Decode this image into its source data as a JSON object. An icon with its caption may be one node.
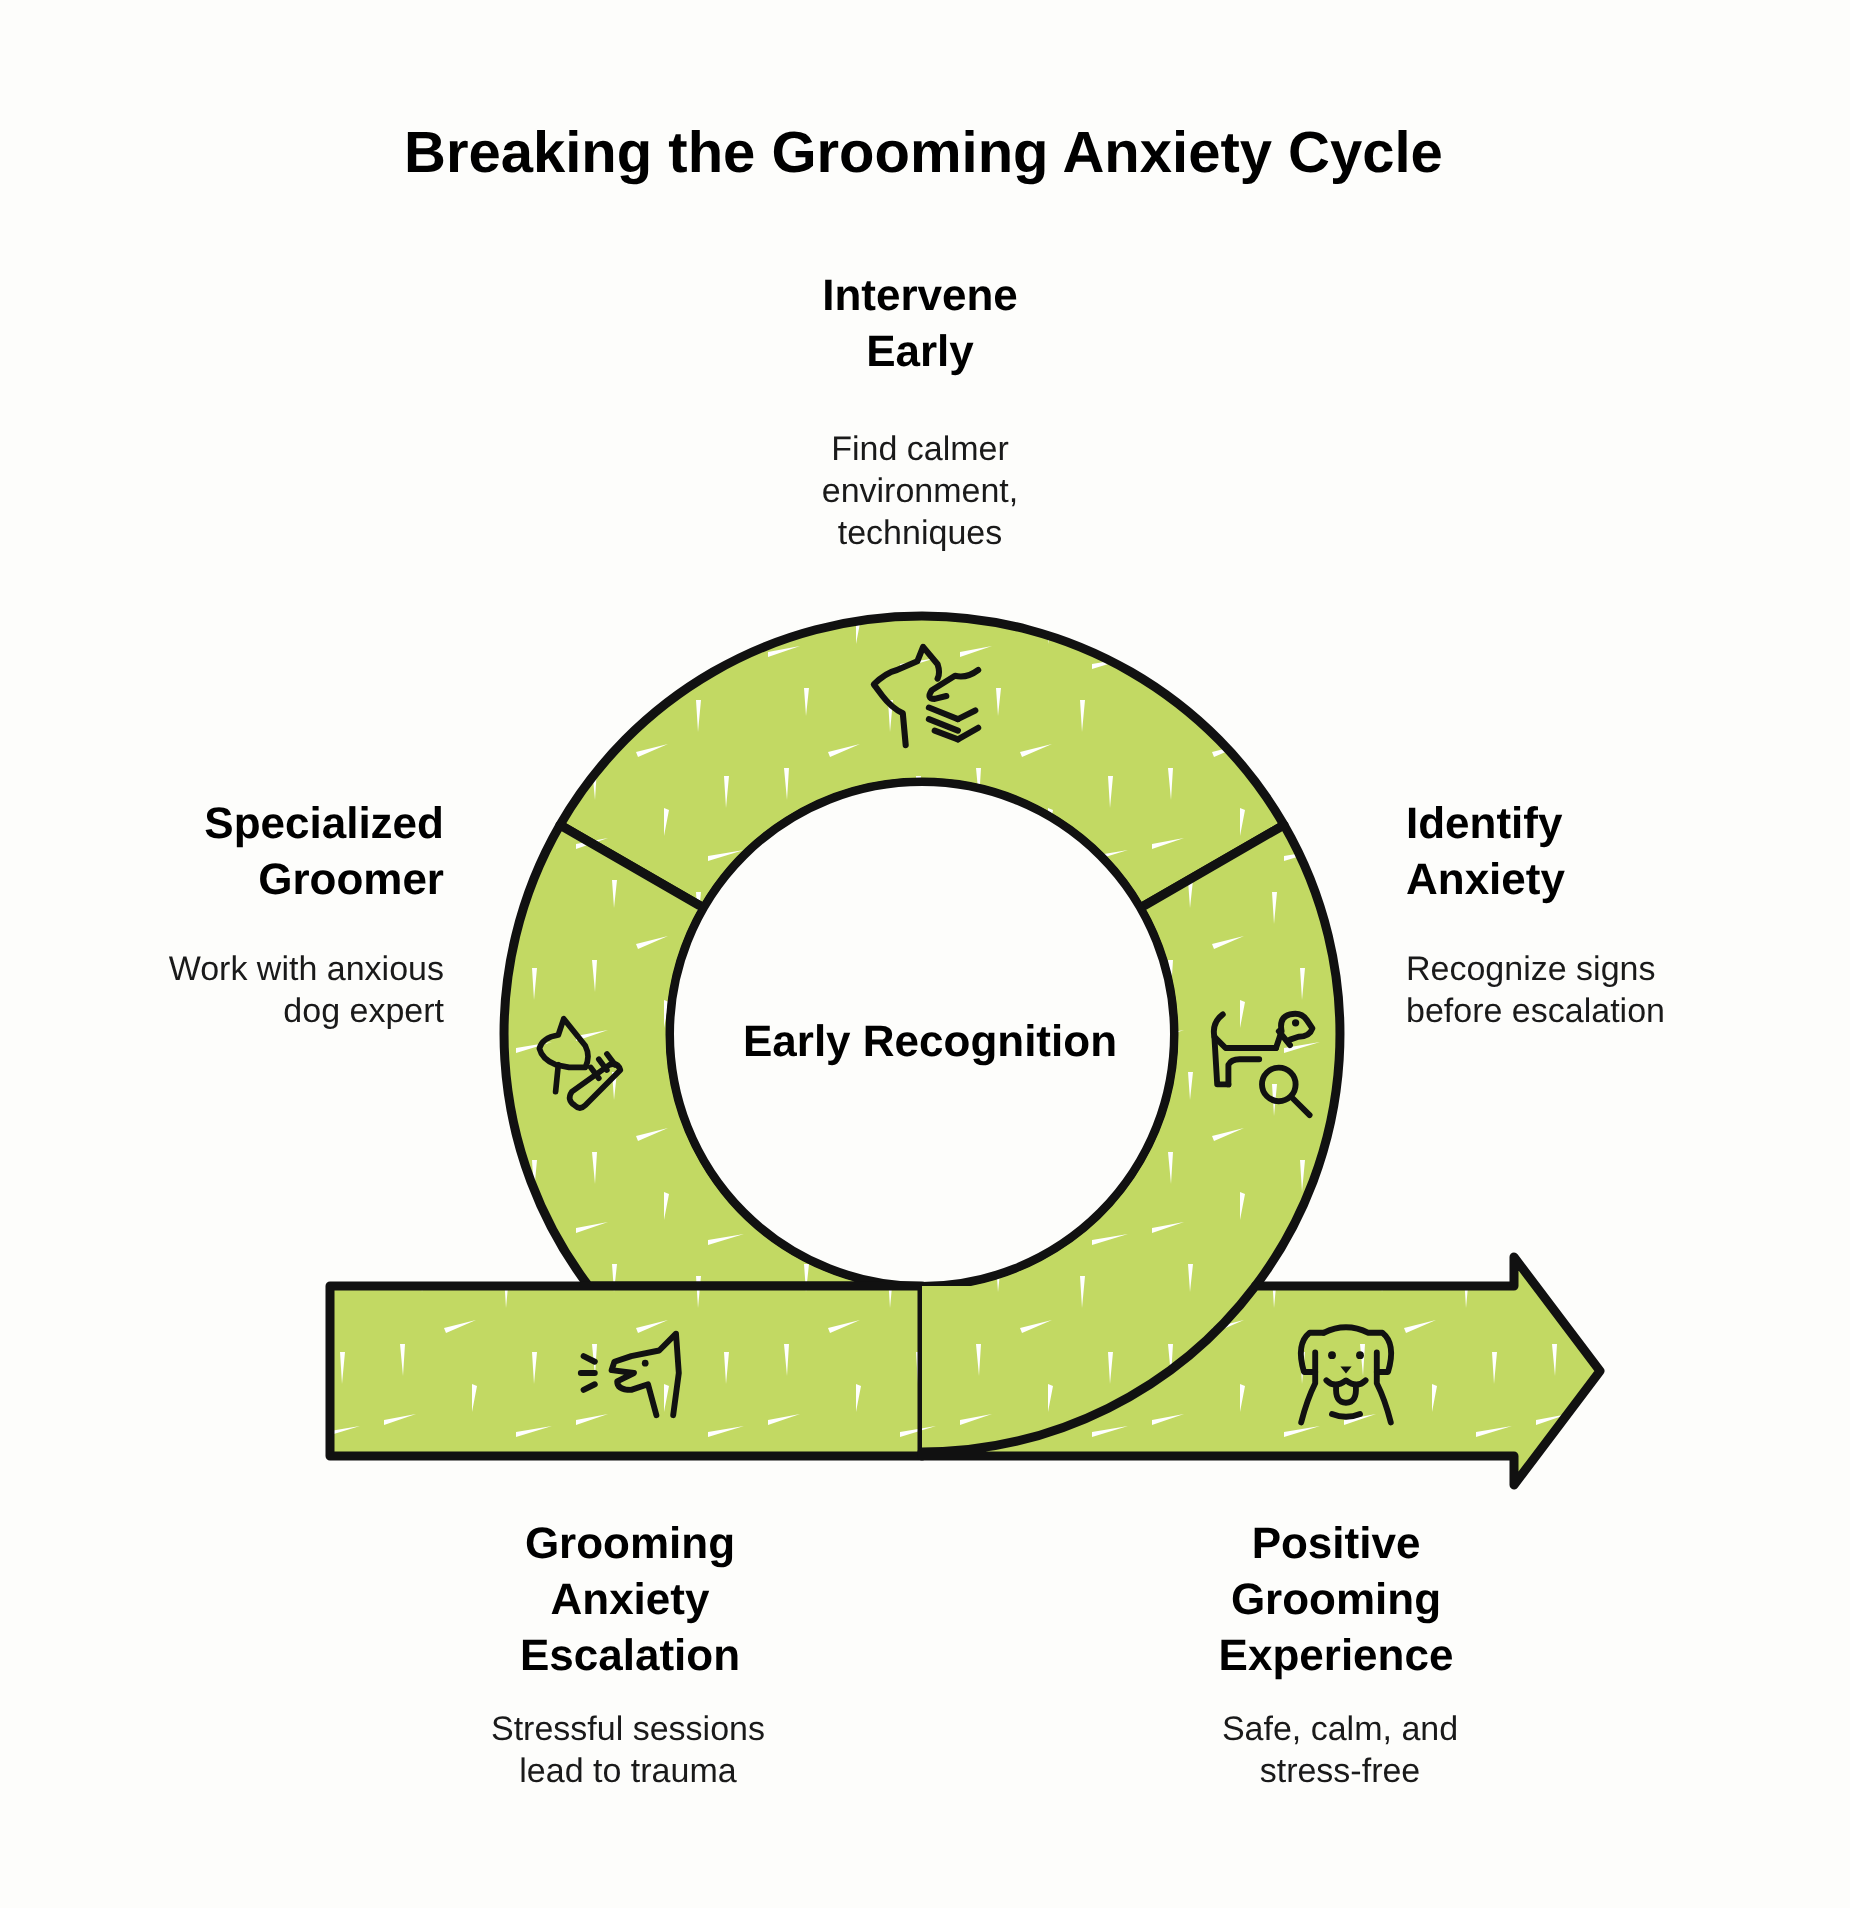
{
  "diagram": {
    "title": "Breaking the Grooming Anxiety Cycle",
    "nodes": [
      {
        "text": [
          "Intervene Early",
          "Find calmer environment, techniques"
        ]
      },
      {
        "text": [
          "Specialized Groomer",
          "Work with anxious dog expert"
        ]
      },
      {
        "text": [
          "Identify Anxiety",
          "Recognize signs before escalation"
        ]
      },
      {
        "text": [
          "Early Recognition"
        ]
      },
      {
        "text": [
          "Grooming Anxiety Escalation",
          "Stressful sessions lead to trauma"
        ]
      },
      {
        "text": [
          "Positive Grooming Experience",
          "Safe, calm, and stress-free"
        ]
      }
    ]
  }
}
